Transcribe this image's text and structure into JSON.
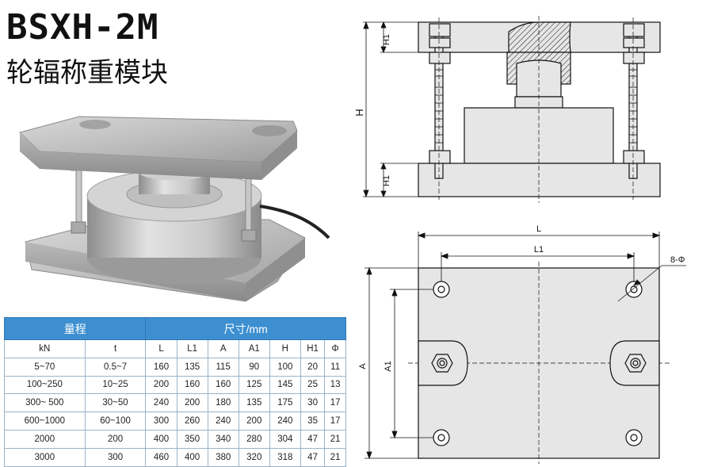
{
  "title": "BSXH-2M",
  "subtitle": "轮辐称重模块",
  "table": {
    "group_headers": [
      "量程",
      "尺寸/mm"
    ],
    "unit_row": [
      "kN",
      "t",
      "L",
      "L1",
      "A",
      "A1",
      "H",
      "H1",
      "Φ"
    ],
    "rows": [
      [
        "5~70",
        "0.5~7",
        "160",
        "135",
        "115",
        "90",
        "100",
        "20",
        "11"
      ],
      [
        "100~250",
        "10~25",
        "200",
        "160",
        "160",
        "125",
        "145",
        "25",
        "13"
      ],
      [
        "300~ 500",
        "30~50",
        "240",
        "200",
        "180",
        "135",
        "175",
        "30",
        "17"
      ],
      [
        "600~1000",
        "60~100",
        "300",
        "260",
        "240",
        "200",
        "240",
        "35",
        "17"
      ],
      [
        "2000",
        "200",
        "400",
        "350",
        "340",
        "280",
        "304",
        "47",
        "21"
      ],
      [
        "3000",
        "300",
        "460",
        "400",
        "380",
        "320",
        "318",
        "47",
        "21"
      ]
    ]
  },
  "drawing": {
    "dim_H1": "H1",
    "dim_H": "H",
    "dim_L": "L",
    "dim_L1": "L1",
    "dim_A": "A",
    "dim_A1": "A1",
    "dim_holes": "8-Φ"
  },
  "colors": {
    "table_header": "#3d8fd0",
    "drawing_fill": "#e6e6e6",
    "line": "#111111"
  }
}
